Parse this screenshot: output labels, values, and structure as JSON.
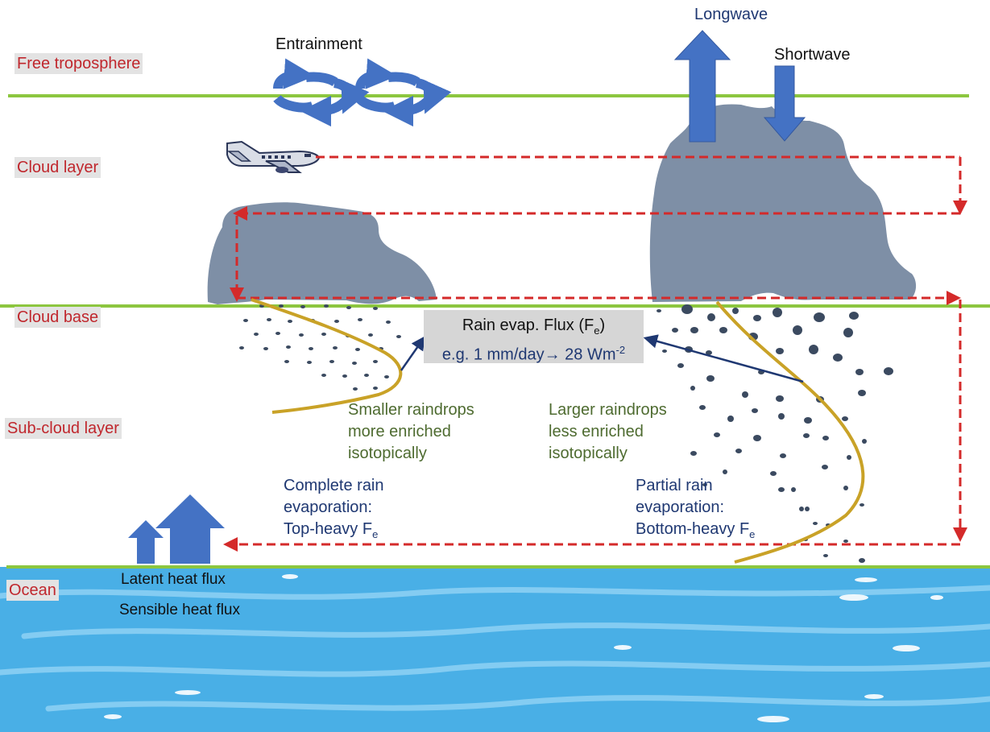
{
  "layers": {
    "free_troposphere": "Free troposphere",
    "cloud_layer": "Cloud layer",
    "cloud_base": "Cloud base",
    "sub_cloud_layer": "Sub-cloud layer",
    "ocean": "Ocean"
  },
  "top_labels": {
    "entrainment": "Entrainment",
    "longwave": "Longwave",
    "shortwave": "Shortwave"
  },
  "flux_box": {
    "title_prefix": "Rain evap. Flux (F",
    "title_sub": "e",
    "title_suffix": ")",
    "example_prefix": "e.g. 1 mm/day→ 28 Wm",
    "example_sup": "-2"
  },
  "drops": {
    "small_lines": [
      "Smaller raindrops",
      "more enriched",
      "isotopically"
    ],
    "large_lines": [
      "Larger raindrops",
      "less enriched",
      "isotopically"
    ]
  },
  "evaporation": {
    "complete_lines": [
      "Complete rain",
      "evaporation:"
    ],
    "complete_last": "Top-heavy F",
    "partial_lines": [
      "Partial rain",
      "evaporation:"
    ],
    "partial_last": "Bottom-heavy F",
    "sub": "e"
  },
  "surface_fluxes": {
    "latent": "Latent heat flux",
    "sensible": "Sensible heat flux"
  },
  "colors": {
    "boundary_line": "#8cc63f",
    "layer_label": "#c0272d",
    "cloud": "#7e8fa6",
    "arrow_blue": "#4472c4",
    "dashed_red": "#d42a2a",
    "profile_gold": "#c9a227",
    "drop": "#3b4a60",
    "ocean": "#4fb3e8",
    "navy_text": "#1f3872",
    "green_text": "#4e6b30"
  }
}
